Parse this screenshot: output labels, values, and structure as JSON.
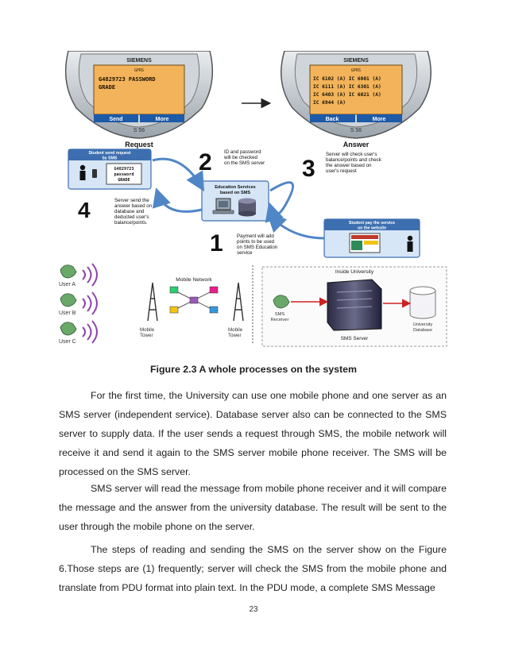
{
  "figure": {
    "request_phone": {
      "brand": "SIEMENS",
      "status": "GPRS",
      "screen_lines": [
        "G4829723 PASSWORD",
        "GRADE"
      ],
      "left_softkey": "Send",
      "right_softkey": "More",
      "model": "S 56",
      "label": "Request"
    },
    "answer_phone": {
      "brand": "SIEMENS",
      "status": "GPRS",
      "screen_lines": [
        "IC 6102 (A) IC 6001 (A)",
        "IC 6111 (A) IC 6301 (A)",
        "IC 6403 (A) IC 6021 (A)",
        "IC 6944 (A)"
      ],
      "left_softkey": "Back",
      "right_softkey": "More",
      "model": "S 56",
      "label": "Answer"
    },
    "steps": [
      {
        "number": "2",
        "text": [
          "ID and password",
          "will be checked",
          "on the SMS server"
        ]
      },
      {
        "number": "3",
        "text": [
          "Server will check user's",
          "balance/points and check",
          "the answer based on",
          "user's request"
        ]
      },
      {
        "number": "4",
        "text": [
          "Server send the",
          "answer based on",
          "database and",
          "deducted user's",
          "balance/points."
        ]
      },
      {
        "number": "1",
        "text": [
          "Payment will add",
          "points to be used",
          "on SMS Education",
          "service"
        ]
      }
    ],
    "student_request_box": {
      "title": [
        "Student send request",
        "by SMS"
      ],
      "sms_lines": [
        "G4829723",
        "password",
        "GRADE"
      ]
    },
    "education_services_box": {
      "title": [
        "Education Services",
        "based on SMS"
      ]
    },
    "student_pay_box": {
      "title": [
        "Student pay the service",
        "on the website"
      ]
    },
    "network": {
      "users": [
        "User A",
        "User B",
        "User C"
      ],
      "mobile_network": "Mobile Network",
      "towers": [
        "Mobile Tower",
        "Mobile Tower"
      ],
      "inside_university": "Inside University",
      "sms_receiver": "SMS Receiver",
      "sms_server": "SMS Server",
      "university_database": "University Database"
    }
  },
  "caption": "Figure 2.3 A whole processes on the system",
  "paragraphs": [
    "For the first time, the University can use one mobile phone and one server as an SMS server (independent service). Database server also can be connected to the SMS server to supply data. If the user sends a request through SMS, the mobile network will receive it and send it again to the SMS server mobile phone receiver. The SMS will be processed on the SMS server.",
    "SMS server will read the message from mobile phone receiver and it will compare the message and the answer from the university database. The result will be sent to the user through the mobile phone on the server.",
    "The steps of reading and sending the SMS on the server show on the Figure 6.Those steps are (1) frequently; server will check the SMS from the mobile phone and translate from PDU format into plain text. In the PDU mode, a complete SMS Message"
  ],
  "page_number": "23",
  "colors": {
    "screen": "#f2b35a",
    "softkey": "#1d5aa8",
    "arrow": "#4f86c6",
    "box": "#d6e6f7",
    "box_border": "#3d6fb0",
    "red_arrow": "#cc2222"
  }
}
